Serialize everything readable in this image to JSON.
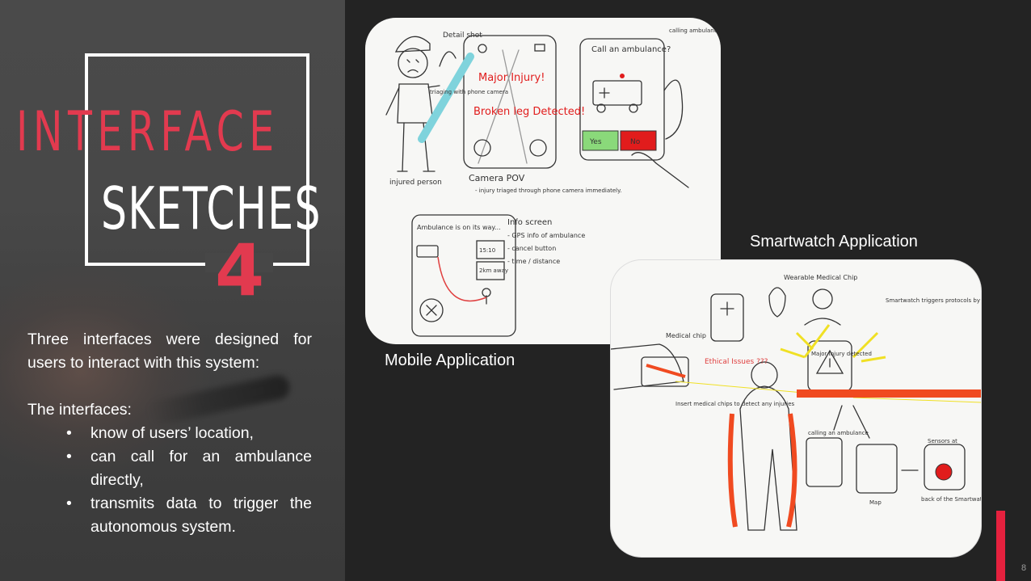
{
  "slide": {
    "title_line1": "INTERFACE",
    "title_line2": "SKETCHES",
    "section_number": "4",
    "intro": "Three interfaces were designed for users to interact with this system:",
    "list_heading": "The interfaces:",
    "bullets": [
      "know of users’ location,",
      "can call for an ambulance directly,",
      "transmits data to trigger the autonomous system."
    ],
    "page_number": "8"
  },
  "captions": {
    "mobile": "Mobile Application",
    "watch": "Smartwatch Application"
  },
  "mobile_sketch": {
    "labels": {
      "detail_shot": "Detail shot",
      "triaging": "triaging with phone camera",
      "injured_person": "injured person",
      "major_injury": "Major Injury!",
      "broken_leg": "Broken leg Detected!",
      "camera_pov": "Camera POV",
      "camera_note": "- injury triaged through phone camera immediately.",
      "call_ambulance": "Call an ambulance?",
      "calling_prompt": "calling ambulance prompt",
      "yes": "Yes",
      "no": "No",
      "ambulance_way": "Ambulance is on its way...",
      "eta": "15:10",
      "distance": "2km away",
      "info_screen": "Info screen",
      "info_gps": "- GPS info of ambulance",
      "info_cancel": "- cancel button",
      "info_time": "- time / distance"
    }
  },
  "watch_sketch": {
    "labels": {
      "wearable_chip": "Wearable Medical Chip",
      "watch_triggers": "Smartwatch triggers protocols by detecting their vitals through sensors.",
      "medical_chip": "Medical chip",
      "ethical_issues": "Ethical Issues ???",
      "insert_chips": "Insert medical chips to detect any injuries",
      "major_injury_detected": "Major Injury detected",
      "calling_ambulance": "calling an ambulance",
      "map": "Map",
      "sensors_at": "Sensors at",
      "back_of_watch": "back of the Smartwatch"
    }
  },
  "colors": {
    "accent_red": "#e23a4f",
    "bar_red": "#e5213e",
    "left_panel": "#474747",
    "right_panel": "#232323"
  }
}
